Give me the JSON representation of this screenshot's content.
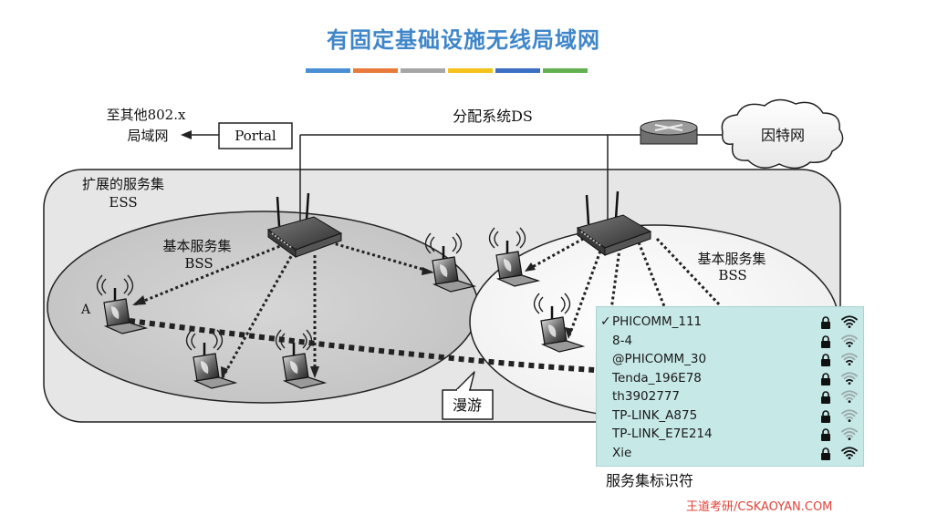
{
  "title": "有固定基础设施无线局域网",
  "color_bar": [
    "#4a8fd6",
    "#e87b3a",
    "#a6a6a6",
    "#f4c21b",
    "#3b6fc4",
    "#62b050"
  ],
  "diagram": {
    "other_lan_line1": "至其他802.x",
    "other_lan_line2": "局域网",
    "portal": "Portal",
    "ds": "分配系统DS",
    "internet": "因特网",
    "ess_line1": "扩展的服务集",
    "ess_line2": "ESS",
    "bss_left_line1": "基本服务集",
    "bss_left_line2": "BSS",
    "bss_right_line1": "基本服务集",
    "bss_right_line2": "BSS",
    "station_a": "A",
    "roaming": "漫游"
  },
  "wifi_list": [
    {
      "name": "PHICOMM_111",
      "connected": true,
      "locked": true,
      "signal": 4
    },
    {
      "name": "8-4",
      "connected": false,
      "locked": true,
      "signal": 2
    },
    {
      "name": "@PHICOMM_30",
      "connected": false,
      "locked": true,
      "signal": 2
    },
    {
      "name": "Tenda_196E78",
      "connected": false,
      "locked": true,
      "signal": 2
    },
    {
      "name": "th3902777",
      "connected": false,
      "locked": true,
      "signal": 1
    },
    {
      "name": "TP-LINK_A875",
      "connected": false,
      "locked": true,
      "signal": 1
    },
    {
      "name": "TP-LINK_E7E214",
      "connected": false,
      "locked": true,
      "signal": 1
    },
    {
      "name": "Xie",
      "connected": false,
      "locked": true,
      "signal": 4
    }
  ],
  "check_mark": "✓",
  "ssid_caption": "服务集标识符",
  "watermark": "王道考研/CSKAOYAN.COM"
}
